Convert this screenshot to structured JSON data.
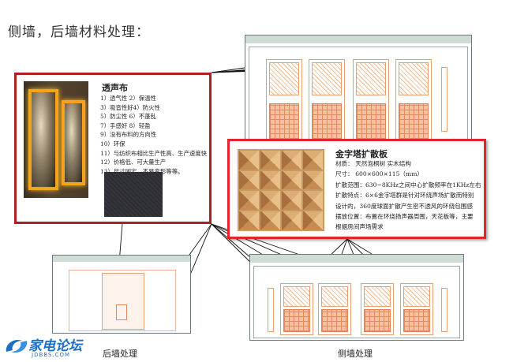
{
  "page_title": "侧墙，后墙材料处理：",
  "fabric_panel": {
    "title": "透声布",
    "items": [
      "1）透气性  2）保温性",
      "3）吸音性好4）防火性",
      "5）防尘性  6）不蓬乱",
      "7）手感好  8）轻盈",
      "9）没有布料的方向性",
      "10）环保",
      "11）与纺织布相比生产性高、生产速度快",
      "12）价格低、可大量生产",
      "13）尺寸固定，不易变形等等。"
    ]
  },
  "diffuser_panel": {
    "title": "金字塔扩散板",
    "lines": [
      "材质：  天然泡桐树  实木结构",
      "尺寸：  600×600×115（mm）",
      "扩散范围：630~8KHz之间中心扩散频率在1KHz左右",
      "扩散特点：6×6金字塔群是针对环绕声场扩散而特别",
      "设计的，360度球面扩散产生密不透风的环绕包围感",
      "摆放位置：布置在环绕扬声器周围，天花板等，主要",
      "根据房间声场需求"
    ]
  },
  "captions": {
    "rear_wall": "后墙处理",
    "side_wall": "侧墙处理"
  },
  "logo": {
    "main": "家电论坛",
    "sub": "JDBBS.COM"
  },
  "colors": {
    "frame_red": "#b01e24",
    "accent_red": "#e3242b",
    "hatch_orange": "#e58a5d",
    "logo_blue": "#1e6fc4"
  }
}
